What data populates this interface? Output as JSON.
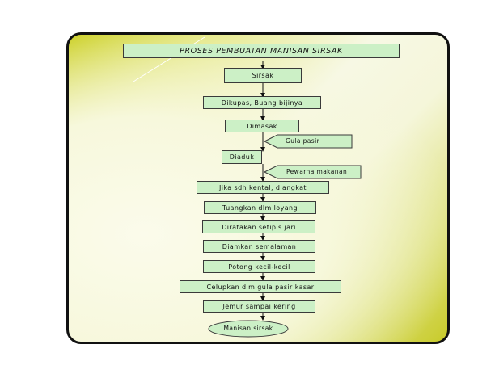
{
  "title": "PROSES PEMBUATAN MANISAN SIRSAK",
  "steps": [
    "Sirsak",
    "Dikupas, Buang bijinya",
    "Dimasak",
    "Diaduk",
    "Jika sdh kental, diangkat",
    "Tuangkan dlm loyang",
    "Diratakan setipis jari",
    "Diamkan semalaman",
    "Potong kecil-kecil",
    "Celupkan dlm gula pasir kasar",
    "Jemur sampai kering",
    "Manisan sirsak"
  ],
  "inputs": [
    "Gula pasir",
    "Pewarna makanan"
  ],
  "colors": {
    "box_fill": "#ccf0c6",
    "frame_border": "#111111",
    "accent": "#c9cd2a"
  }
}
